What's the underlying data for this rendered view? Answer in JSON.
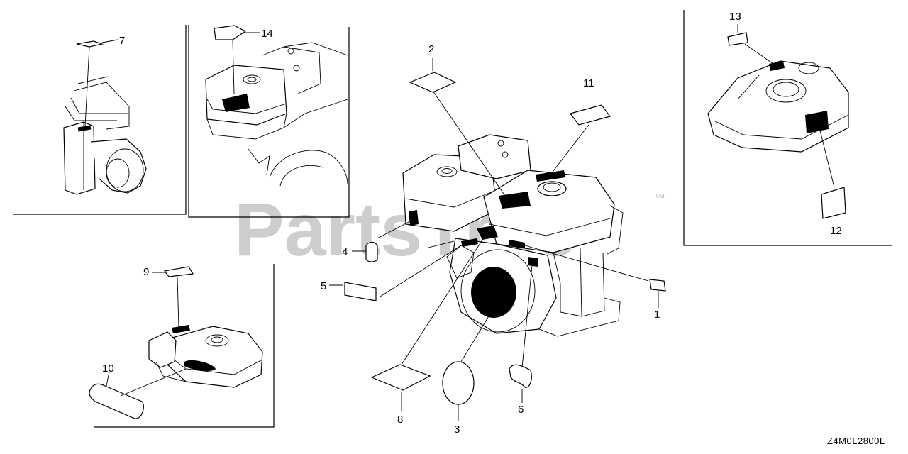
{
  "watermark": {
    "text": "PartsTree",
    "trademark": "™"
  },
  "diagram_code": "Z4M0L2800L",
  "callouts": [
    {
      "id": "c1",
      "label": "1"
    },
    {
      "id": "c2",
      "label": "2"
    },
    {
      "id": "c3",
      "label": "3"
    },
    {
      "id": "c4",
      "label": "4"
    },
    {
      "id": "c5",
      "label": "5"
    },
    {
      "id": "c6",
      "label": "6"
    },
    {
      "id": "c7",
      "label": "7"
    },
    {
      "id": "c8",
      "label": "8"
    },
    {
      "id": "c9",
      "label": "9"
    },
    {
      "id": "c10",
      "label": "10"
    },
    {
      "id": "c11",
      "label": "11"
    },
    {
      "id": "c12",
      "label": "12"
    },
    {
      "id": "c13",
      "label": "13"
    },
    {
      "id": "c14",
      "label": "14"
    }
  ]
}
